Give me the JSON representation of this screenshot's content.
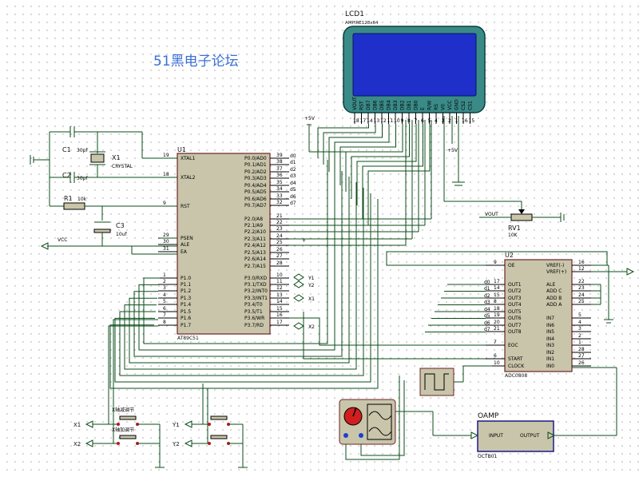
{
  "watermark": "51黑电子论坛",
  "lcd": {
    "ref": "LCD1",
    "model": "AMPIRE128x64",
    "pins": [
      "VOUT",
      "RST",
      "DB7",
      "DB6",
      "DB5",
      "DB4",
      "DB3",
      "DB2",
      "DB1",
      "DB0",
      "E",
      "R/W",
      "RS",
      "V0",
      "VCC",
      "GND",
      "CS2",
      "CS1"
    ],
    "pin_numbers": [
      "18",
      "17",
      "14",
      "13",
      "12",
      "11",
      "10",
      "9",
      "8",
      "7",
      "6",
      "5",
      "4",
      "3",
      "2",
      "1",
      "16",
      "15"
    ]
  },
  "mcu": {
    "ref": "U1",
    "part": "AT89C51",
    "left_pins": [
      {
        "num": "19",
        "name": "XTAL1"
      },
      {
        "num": "18",
        "name": "XTAL2"
      },
      {
        "num": "9",
        "name": "RST"
      },
      {
        "num": "29",
        "name": "PSEN"
      },
      {
        "num": "30",
        "name": "ALE"
      },
      {
        "num": "31",
        "name": "EA"
      },
      {
        "num": "1",
        "name": "P1.0"
      },
      {
        "num": "2",
        "name": "P1.1"
      },
      {
        "num": "3",
        "name": "P1.2"
      },
      {
        "num": "4",
        "name": "P1.3"
      },
      {
        "num": "5",
        "name": "P1.4"
      },
      {
        "num": "6",
        "name": "P1.5"
      },
      {
        "num": "7",
        "name": "P1.6"
      },
      {
        "num": "8",
        "name": "P1.7"
      }
    ],
    "right_pins": [
      {
        "num": "39",
        "name": "P0.0/AD0",
        "net": "d0"
      },
      {
        "num": "38",
        "name": "P0.1/AD1",
        "net": "d1"
      },
      {
        "num": "37",
        "name": "P0.2/AD2",
        "net": "d2"
      },
      {
        "num": "36",
        "name": "P0.3/AD3",
        "net": "d3"
      },
      {
        "num": "35",
        "name": "P0.4/AD4",
        "net": "d4"
      },
      {
        "num": "34",
        "name": "P0.5/AD5",
        "net": "d5"
      },
      {
        "num": "33",
        "name": "P0.6/AD6",
        "net": "d6"
      },
      {
        "num": "32",
        "name": "P0.7/AD7",
        "net": "d7"
      },
      {
        "num": "21",
        "name": "P2.0/A8"
      },
      {
        "num": "22",
        "name": "P2.1/A9"
      },
      {
        "num": "23",
        "name": "P2.2/A10"
      },
      {
        "num": "24",
        "name": "P2.3/A11"
      },
      {
        "num": "25",
        "name": "P2.4/A12"
      },
      {
        "num": "26",
        "name": "P2.5/A13"
      },
      {
        "num": "27",
        "name": "P2.6/A14"
      },
      {
        "num": "28",
        "name": "P2.7/A15"
      },
      {
        "num": "10",
        "name": "P3.0/RXD",
        "net": "Y1"
      },
      {
        "num": "11",
        "name": "P3.1/TXD",
        "net": "Y2"
      },
      {
        "num": "12",
        "name": "P3.2/INT0"
      },
      {
        "num": "13",
        "name": "P3.3/INT1",
        "net": "X1"
      },
      {
        "num": "14",
        "name": "P3.4/T0"
      },
      {
        "num": "15",
        "name": "P3.5/T1"
      },
      {
        "num": "16",
        "name": "P3.6/WR",
        "net": "X2"
      },
      {
        "num": "17",
        "name": "P3.7/RD"
      }
    ]
  },
  "adc": {
    "ref": "U2",
    "part": "ADC0808",
    "left_pins": [
      {
        "num": "9",
        "name": "OE"
      },
      {
        "num": "17",
        "name": "OUT1",
        "net": "d0"
      },
      {
        "num": "14",
        "name": "OUT2",
        "net": "d1"
      },
      {
        "num": "15",
        "name": "OUT3",
        "net": "d2"
      },
      {
        "num": "8",
        "name": "OUT4",
        "net": "d3"
      },
      {
        "num": "18",
        "name": "OUT5",
        "net": "d4"
      },
      {
        "num": "19",
        "name": "OUT6",
        "net": "d5"
      },
      {
        "num": "20",
        "name": "OUT7",
        "net": "d6"
      },
      {
        "num": "21",
        "name": "OUT8",
        "net": "d7"
      },
      {
        "num": "7",
        "name": "EOC"
      },
      {
        "num": "6",
        "name": "START"
      },
      {
        "num": "10",
        "name": "CLOCK"
      }
    ],
    "right_pins": [
      {
        "num": "16",
        "name": "VREF(-)"
      },
      {
        "num": "12",
        "name": "VREF(+)"
      },
      {
        "num": "22",
        "name": "ALE"
      },
      {
        "num": "23",
        "name": "ADD C"
      },
      {
        "num": "24",
        "name": "ADD B"
      },
      {
        "num": "25",
        "name": "ADD A"
      },
      {
        "num": "5",
        "name": "IN7"
      },
      {
        "num": "4",
        "name": "IN6"
      },
      {
        "num": "3",
        "name": "IN5"
      },
      {
        "num": "2",
        "name": "IN4"
      },
      {
        "num": "1",
        "name": "IN3"
      },
      {
        "num": "28",
        "name": "IN2"
      },
      {
        "num": "27",
        "name": "IN1"
      },
      {
        "num": "26",
        "name": "IN0"
      }
    ]
  },
  "components": {
    "c1": {
      "ref": "C1",
      "value": "30pf"
    },
    "c2": {
      "ref": "C2",
      "value": "30pf"
    },
    "x1": {
      "ref": "X1",
      "value": "CRYSTAL"
    },
    "r1": {
      "ref": "R1",
      "value": "10k"
    },
    "c3": {
      "ref": "C3",
      "value": "10uf"
    },
    "rv1": {
      "ref": "RV1",
      "value": "10K",
      "net": "VOUT"
    },
    "vcc": "VCC",
    "plus5v_a": "+5V",
    "plus5v_b": "+5V",
    "oamp": {
      "ref": "OAMP",
      "input": "INPUT",
      "output": "OUTPUT",
      "part": "OCTB01"
    }
  },
  "buttons": [
    {
      "label": "X1",
      "text": "X轴减调节"
    },
    {
      "label": "X2",
      "text": "X轴加调节"
    },
    {
      "label": "Y1",
      "text": ""
    },
    {
      "label": "Y2",
      "text": ""
    }
  ],
  "terminals": {
    "y1": "Y1",
    "y2": "Y2",
    "x1": "X1",
    "x2": "X2"
  },
  "colors": {
    "wire": "#0b4d1a",
    "chip": "#c9c5aa",
    "lcd_body": "#3a8a88",
    "lcd_screen": "#1f2fc9",
    "watermark": "#3b6fd6",
    "probe": "#d11f1f"
  }
}
